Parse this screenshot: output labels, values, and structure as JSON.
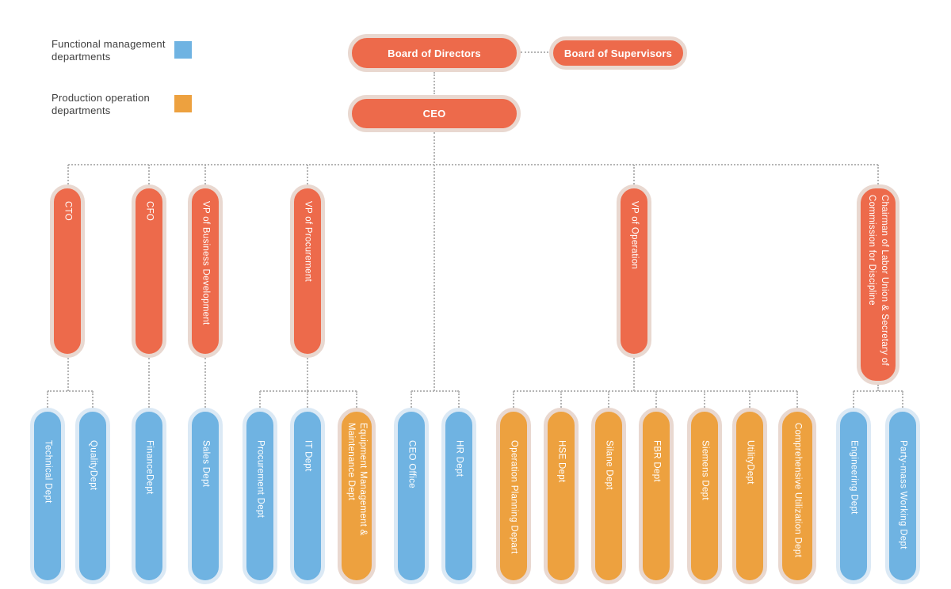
{
  "legend": {
    "items": [
      {
        "label": "Functional management departments",
        "color": "#6fb3e2"
      },
      {
        "label": "Production operation departments",
        "color": "#eda13f"
      }
    ]
  },
  "org": {
    "board_of_directors": "Board of Directors",
    "board_of_supervisors": "Board of Supervisors",
    "ceo": "CEO",
    "executives": [
      {
        "label": "CTO"
      },
      {
        "label": "CFO"
      },
      {
        "label": "VP of Business Development"
      },
      {
        "label": "VP of Procurement"
      },
      {
        "label": "VP of Operation"
      },
      {
        "label": "Chairman of Labor Union & Secretary of Commission for Discipline"
      }
    ],
    "departments": [
      {
        "label": "Technical Dept",
        "type": "functional"
      },
      {
        "label": "QualityDept",
        "type": "functional"
      },
      {
        "label": "FinanceDept",
        "type": "functional"
      },
      {
        "label": "Sales Dept",
        "type": "functional"
      },
      {
        "label": "Procurement Dept",
        "type": "functional"
      },
      {
        "label": "IT Dept",
        "type": "functional"
      },
      {
        "label": "Equipment Management & Maintenance Dept",
        "type": "production"
      },
      {
        "label": "CEO Office",
        "type": "functional"
      },
      {
        "label": "HR Dept",
        "type": "functional"
      },
      {
        "label": "Operation Planning Depart",
        "type": "production"
      },
      {
        "label": "HSE Dept",
        "type": "production"
      },
      {
        "label": "Silane Dept",
        "type": "production"
      },
      {
        "label": "FBR Dept",
        "type": "production"
      },
      {
        "label": "Siemens Dept",
        "type": "production"
      },
      {
        "label": "UtilityDept",
        "type": "production"
      },
      {
        "label": "Comprehensive Utilization Dept",
        "type": "production"
      },
      {
        "label": "Engineering Dept",
        "type": "functional"
      },
      {
        "label": "Party-mass Working Dept",
        "type": "functional"
      }
    ]
  },
  "colors": {
    "executive": "#ed6a4b",
    "executive_halo": "#e9d8d0",
    "functional": "#6fb3e2",
    "functional_halo": "#dbe9f5",
    "production": "#eda13f",
    "production_halo": "#e9d8d0",
    "connector": "#b5b5b5",
    "legend_text": "#3e3e3e"
  }
}
